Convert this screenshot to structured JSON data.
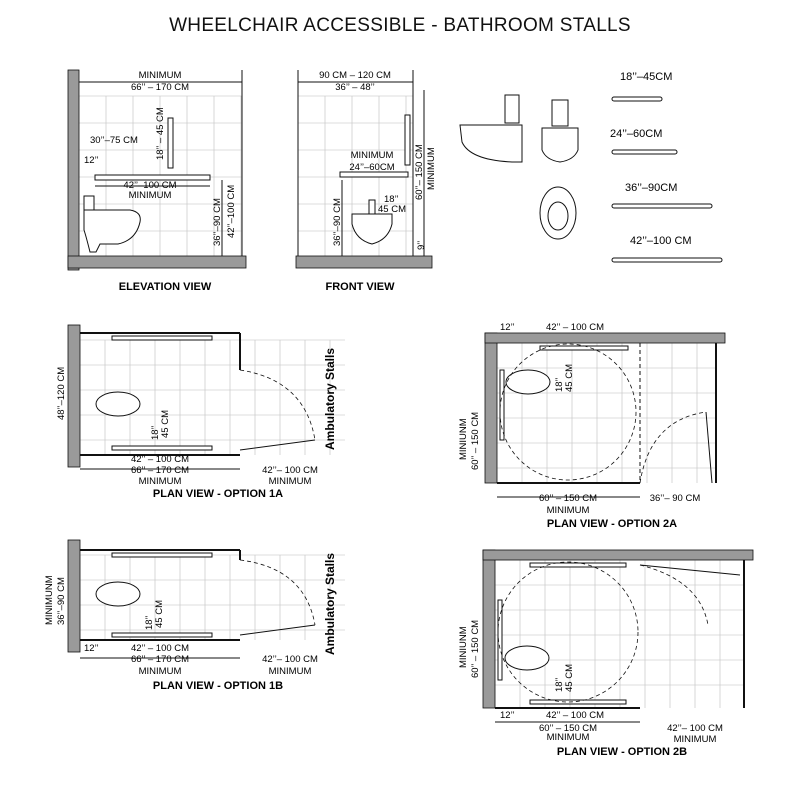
{
  "title": "WHEELCHAIR ACCESSIBLE - BATHROOM STALLS",
  "elevation": {
    "caption": "ELEVATION VIEW",
    "top_dim_label": "MINIMUM",
    "top_dim": "66’’ – 170 CM",
    "height_dim": "30’’–75 CM",
    "grab_height": "12’’",
    "bar_length": "42’’–100 CM",
    "bar_min": "MINIMUM",
    "bar_spacing": "18’’ – 45 CM",
    "bar_h1": "36’’–90 CM",
    "bar_h2": "42’’–100 CM"
  },
  "front": {
    "caption": "FRONT VIEW",
    "width_dim": "90 CM – 120 CM",
    "width_dim_in": "36’’ – 48’’",
    "minimum": "MINIMUM",
    "bar_dim": "24’’–60CM",
    "side_dim": "18’’",
    "side_dim_cm": "45 CM",
    "height_dim": "36’’–90 CM",
    "depth_dim": "60’’– 150 CM",
    "depth_min": "MINIMUM",
    "floor_dim": "9’’"
  },
  "bars": [
    {
      "label": "18’’–45CM"
    },
    {
      "label": "24’’–60CM"
    },
    {
      "label": "36’’–90CM"
    },
    {
      "label": "42’’–100 CM"
    }
  ],
  "plan1a": {
    "caption": "PLAN VIEW - OPTION 1A",
    "side_label": "Ambulatory Stalls",
    "width_dim": "48’’–120 CM",
    "length_dim": "66’’ – 170 CM",
    "length_min": "MINIMUM",
    "bar_dim": "42’’ – 100 CM",
    "bar_spacing": "18’’",
    "bar_spacing_cm": "45 CM",
    "door_dim": "42’’– 100 CM",
    "door_min": "MINIMUM"
  },
  "plan1b": {
    "caption": "PLAN VIEW - OPTION 1B",
    "side_label": "Ambulatory Stalls",
    "width_dim": "36’’–90 CM",
    "width_min": "MINIMUNM",
    "length_dim": "66’’ – 170 CM",
    "length_min": "MINIMUM",
    "wall_dim": "12’’",
    "bar_dim": "42’’ – 100 CM",
    "bar_spacing": "18’’",
    "bar_spacing_cm": "45 CM",
    "door_dim": "42’’– 100 CM",
    "door_min": "MINIMUM"
  },
  "plan2a": {
    "caption": "PLAN VIEW - OPTION 2A",
    "top_left": "12’’",
    "top_bar": "42’’ – 100 CM",
    "depth_min": "MINIUNM",
    "depth_dim": "60’’ – 150 CM",
    "bar_spacing": "18’’",
    "bar_spacing_cm": "45 CM",
    "width_dim": "60’’ – 150 CM",
    "width_min": "MINIMUM",
    "door_dim": "36’’– 90 CM"
  },
  "plan2b": {
    "caption": "PLAN VIEW - OPTION 2B",
    "depth_min": "MINIUNM",
    "depth_dim": "60’’ – 150 CM",
    "bar_spacing": "18’’",
    "bar_spacing_cm": "45 CM",
    "wall_dim": "12’’",
    "bar_dim": "42’’ – 100 CM",
    "width_min": "MINIMUM",
    "width_dim": "60’’ – 150 CM",
    "door_dim": "42’’– 100 CM",
    "door_min": "MINIMUM"
  }
}
